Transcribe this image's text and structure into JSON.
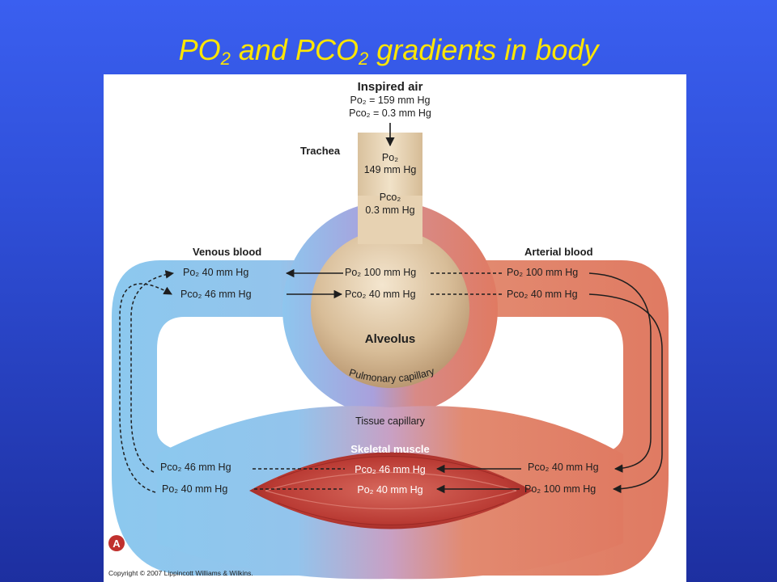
{
  "title": {
    "part1": "PO",
    "sub1": "2",
    "part2": " and PCO",
    "sub2": "2",
    "part3": " gradients in body"
  },
  "figure": {
    "inspired_air": {
      "heading": "Inspired air",
      "po2": "Po₂ = 159 mm Hg",
      "pco2": "Pco₂ = 0.3 mm Hg"
    },
    "trachea": {
      "label": "Trachea",
      "po2_label": "Po₂",
      "po2_value": "149 mm Hg",
      "pco2_label": "Pco₂",
      "pco2_value": "0.3 mm Hg"
    },
    "venous_blood": {
      "heading": "Venous blood",
      "po2": "Po₂ 40 mm Hg",
      "pco2": "Pco₂ 46 mm Hg"
    },
    "arterial_blood": {
      "heading": "Arterial blood",
      "po2": "Po₂ 100 mm Hg",
      "pco2": "Pco₂ 40 mm Hg"
    },
    "alveolus": {
      "label": "Alveolus",
      "po2": "Po₂ 100 mm Hg",
      "pco2": "Pco₂ 40 mm Hg"
    },
    "pulmonary_capillary": {
      "label": "Pulmonary capillary"
    },
    "tissue_capillary": {
      "label": "Tissue capillary"
    },
    "skeletal_muscle": {
      "label": "Skeletal muscle",
      "pco2": "Pco₂ 46 mm Hg",
      "po2": "Po₂ 40 mm Hg"
    },
    "tissue_venous": {
      "pco2": "Pco₂ 46 mm Hg",
      "po2": "Po₂ 40 mm Hg"
    },
    "tissue_arterial": {
      "pco2": "Pco₂ 40 mm Hg",
      "po2": "Po₂ 100 mm Hg"
    },
    "panel_badge": "A",
    "copyright": "Copyright © 2007 Lippincott Williams & Wilkins."
  },
  "colors": {
    "venous": "#8cc8ee",
    "arterial": "#e07a62",
    "title": "#ffe600",
    "alveolus": "#c9ab86",
    "muscle": "#b8332e"
  }
}
